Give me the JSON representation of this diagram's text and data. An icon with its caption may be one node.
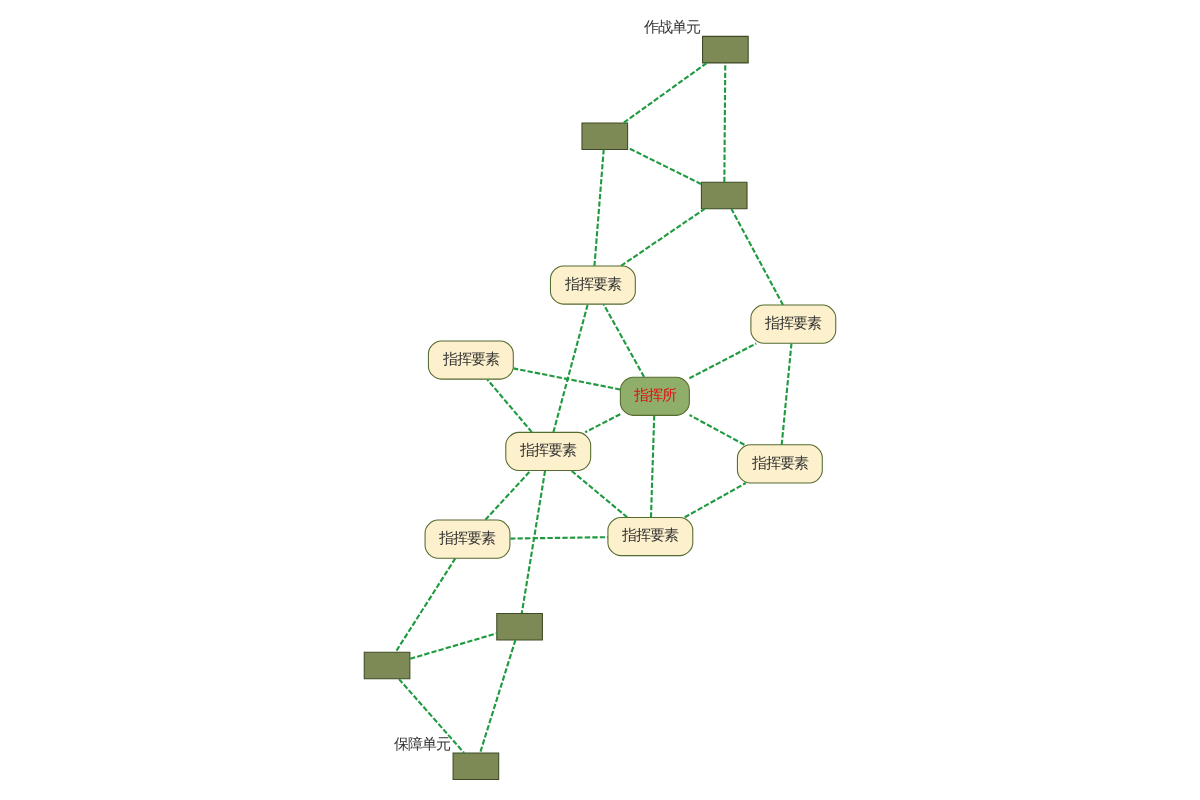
{
  "diagram": {
    "nodes": [
      {
        "text": [
          "指挥要素"
        ]
      },
      {
        "text": [
          "指挥要素"
        ]
      },
      {
        "text": [
          "指挥要素"
        ]
      },
      {
        "text": [
          "指挥所"
        ]
      },
      {
        "text": [
          "指挥要素"
        ]
      },
      {
        "text": [
          "指挥要素"
        ]
      },
      {
        "text": [],
        "shape": "box"
      },
      {
        "text": [],
        "shape": "box"
      },
      {
        "text": [
          "指挥要素"
        ]
      },
      {
        "text": [],
        "shape": "box",
        "beside": [
          "保障单元"
        ]
      },
      {
        "text": [],
        "shape": "box"
      },
      {
        "text": [],
        "shape": "box",
        "beside": [
          "作战单元"
        ]
      },
      {
        "text": [],
        "shape": "box"
      },
      {
        "text": [
          "指挥要素"
        ]
      }
    ],
    "edges": [
      {
        "from": 0,
        "to": 1,
        "arrow": "none"
      },
      {
        "from": 1,
        "to": 2,
        "arrow": "none"
      },
      {
        "from": 1,
        "to": 3,
        "arrow": "none"
      },
      {
        "from": 1,
        "to": 8,
        "arrow": "none"
      },
      {
        "from": 0,
        "to": 8,
        "arrow": "none"
      },
      {
        "from": 0,
        "to": 6,
        "arrow": "none"
      },
      {
        "from": 2,
        "to": 3,
        "arrow": "none"
      },
      {
        "from": 2,
        "to": 4,
        "arrow": "none"
      },
      {
        "from": 3,
        "to": 8,
        "arrow": "none"
      },
      {
        "from": 3,
        "to": 5,
        "arrow": "none"
      },
      {
        "from": 3,
        "to": 13,
        "arrow": "none"
      },
      {
        "from": 3,
        "to": 4,
        "arrow": "none"
      },
      {
        "from": 8,
        "to": 5,
        "arrow": "none"
      },
      {
        "from": 8,
        "to": 13,
        "arrow": "none"
      },
      {
        "from": 8,
        "to": 7,
        "arrow": "none"
      },
      {
        "from": 6,
        "to": 7,
        "arrow": "none"
      },
      {
        "from": 6,
        "to": 9,
        "arrow": "none"
      },
      {
        "from": 7,
        "to": 9,
        "arrow": "none"
      },
      {
        "from": 4,
        "to": 10,
        "arrow": "none"
      },
      {
        "from": 13,
        "to": 10,
        "arrow": "none"
      },
      {
        "from": 13,
        "to": 12,
        "arrow": "none"
      },
      {
        "from": 10,
        "to": 11,
        "arrow": "none"
      },
      {
        "from": 11,
        "to": 12,
        "arrow": "none"
      },
      {
        "from": 10,
        "to": 12,
        "arrow": "none"
      }
    ]
  }
}
